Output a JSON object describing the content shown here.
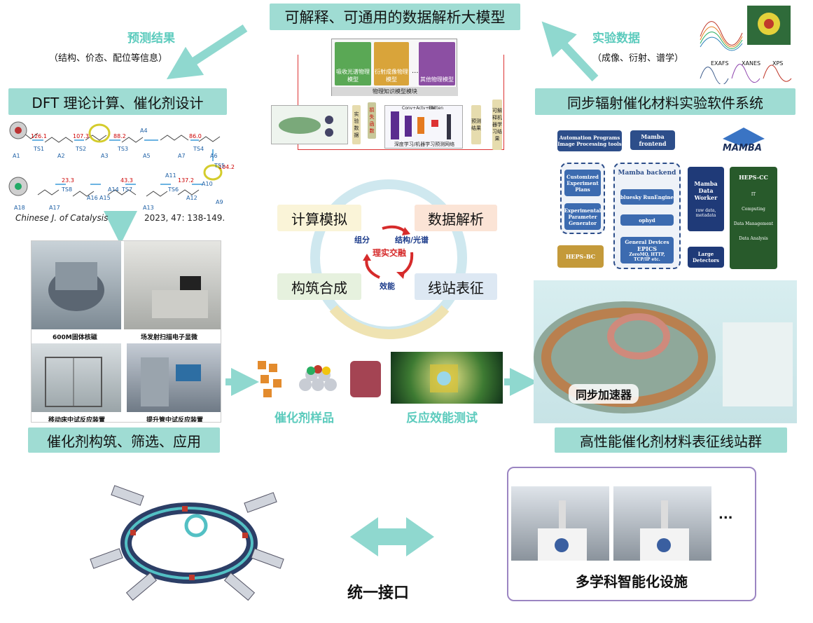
{
  "top_title": "可解释、可通用的数据解析大模型",
  "predict": {
    "title": "预测结果",
    "sub": "（结构、价态、配位等信息）"
  },
  "experiment": {
    "title": "实验数据",
    "sub": "（成像、衍射、谱学）"
  },
  "dft_box": "DFT 理论计算、催化剂设计",
  "sync_soft_box": "同步辐射催化材料实验软件系统",
  "citation": {
    "journal": "Chinese J. of Catalysis",
    "ref": "2023, 47: 138-149."
  },
  "molecules_top": [
    "A1",
    "TS1",
    "A2",
    "TS2",
    "A3",
    "TS3",
    "A4",
    "A5",
    "TS4",
    "A6",
    "A7"
  ],
  "molecules_bottom": [
    "A18",
    "TS8",
    "A17",
    "A16",
    "TS7",
    "A15",
    "A14",
    "A13",
    "TS6",
    "A12",
    "A11",
    "A10",
    "TS5",
    "A9"
  ],
  "energies": [
    "126.1",
    "107.3",
    "88.2",
    "86.0",
    "104.2",
    "137.2",
    "43.3",
    "23.3"
  ],
  "model_diagram": {
    "module_title": "物理知识模型模块",
    "models": [
      "吸收光谱物理模型",
      "衍射成像物理模型",
      "...",
      "其他物理模型"
    ],
    "dl_label": "深度学习/机器学习预测网络",
    "loss": "损失函数",
    "exp_data": "实验数据",
    "predict": "预测结果",
    "explain": "可解释机器学习结果",
    "layers": [
      "Conv+Actv+BN",
      "Flatten"
    ]
  },
  "cycle": {
    "calc": "计算模拟",
    "analysis": "数据解析",
    "synth": "构筑合成",
    "beam": "线站表征",
    "comp": "组分",
    "struct": "结构/光谱",
    "center": "理实交融",
    "perf": "效能"
  },
  "photos": {
    "nmr": "600M固体核磁",
    "sem": "场发射扫描电子显微",
    "moving": "移动床中试反应装置",
    "riser": "提升管中试反应装置"
  },
  "catalyst_box": "催化剂构筑、筛选、应用",
  "catalyst_sample": "催化剂样品",
  "reaction_test": "反应效能测试",
  "beamline_box": "高性能催化剂材料表征线站群",
  "accelerator": "同步加速器",
  "unified": "统一接口",
  "facility": "多学科智能化设施",
  "ellipsis": "...",
  "spectra_labels": [
    "EXAFS",
    "XANES",
    "XPS"
  ],
  "mamba": {
    "logo": "MAMBA",
    "automation": "Automation Programs Image Processing tools",
    "frontend": "Mamba frontend",
    "backend": "Mamba backend",
    "bluesky": "bluesky RunEngine",
    "ophyd": "ophyd",
    "epics_title": "General Devices",
    "epics": "EPICS",
    "epics_sub": "ZeroMQ, HTTP, TCP/IP etc.",
    "worker": "Mamba Data Worker",
    "worker_sub": "raw data, metadata",
    "plans": "Customized Experiment Plans",
    "generator": "Experimental Parameter Generator",
    "heps_bc": "HEPS-BC",
    "large": "Large Detectors",
    "heps_cc": "HEPS-CC",
    "cc_items": [
      "IT",
      "Computing",
      "Data Management",
      "Data Analysis"
    ]
  },
  "colors": {
    "teal": "#9fdcd3",
    "teal_text": "#5ccbbd",
    "arrow": "#8fd8cf",
    "navy": "#2d4e8a",
    "purple_border": "#9b85c2"
  }
}
